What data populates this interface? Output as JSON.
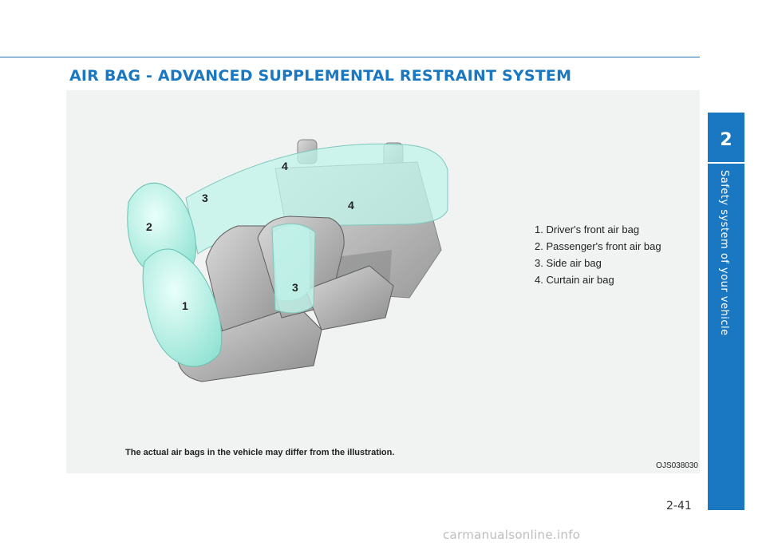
{
  "page": {
    "title": "AIR BAG - ADVANCED SUPPLEMENTAL RESTRAINT SYSTEM",
    "page_number": "2-41",
    "watermark": "carmanualsonline.info"
  },
  "sidebar": {
    "chapter_number": "2",
    "chapter_title": "Safety system of your vehicle"
  },
  "figure": {
    "legend": [
      "1. Driver's front air bag",
      "2. Passenger's front air bag",
      "3. Side air bag",
      "4. Curtain air bag"
    ],
    "callouts": [
      "1",
      "2",
      "3",
      "3",
      "4",
      "4"
    ],
    "caption": "The actual air bags in the vehicle may differ from the illustration.",
    "code": "OJS038030"
  },
  "colors": {
    "accent_blue": "#1a78c2",
    "airbag_cyan": "#bff3ea",
    "figure_background": "#f1f2f2"
  }
}
